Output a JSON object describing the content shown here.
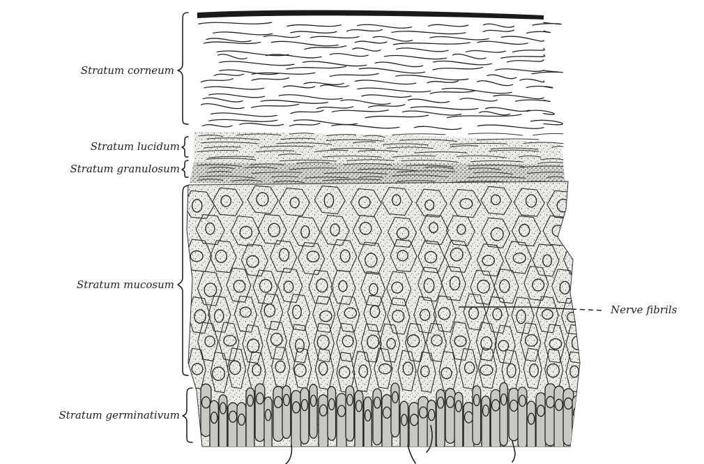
{
  "figure": {
    "labels": {
      "corneum": "Stratum corneum",
      "lucidum": "Stratum lucidum",
      "granulosum": "Stratum granulosum",
      "mucosum": "Stratum mucosum",
      "germinativum": "Stratum germinativum",
      "nerve": "Nerve fibrils"
    }
  }
}
